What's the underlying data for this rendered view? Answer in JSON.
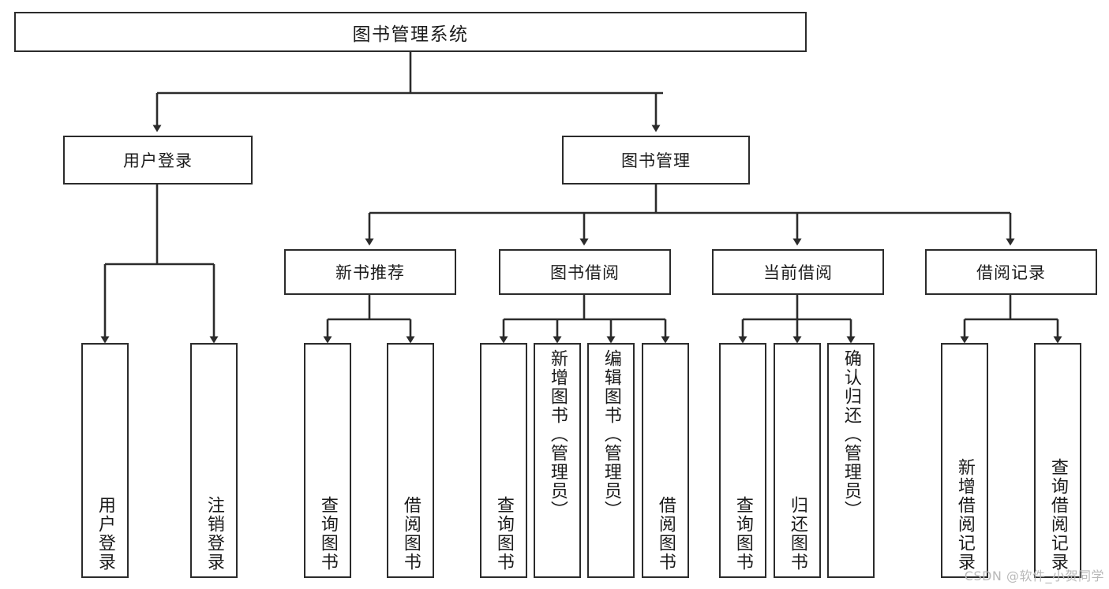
{
  "diagram": {
    "title_box": {
      "label": "图书管理系统"
    },
    "level2": [
      {
        "id": "user-login",
        "label": "用户登录"
      },
      {
        "id": "book-management",
        "label": "图书管理"
      }
    ],
    "level3": [
      {
        "id": "new-book-recommend",
        "label": "新书推荐"
      },
      {
        "id": "book-borrow",
        "label": "图书借阅"
      },
      {
        "id": "current-borrow",
        "label": "当前借阅"
      },
      {
        "id": "borrow-record",
        "label": "借阅记录"
      }
    ],
    "leaves": [
      {
        "id": "leaf-user-login",
        "label": "用户登录",
        "parent": "用户登录",
        "align": "bottom"
      },
      {
        "id": "leaf-user-logout",
        "label": "注销登录",
        "parent": "用户登录",
        "align": "bottom"
      },
      {
        "id": "leaf-query-book-1",
        "label": "查询图书",
        "parent": "新书推荐",
        "align": "bottom"
      },
      {
        "id": "leaf-borrow-book-1",
        "label": "借阅图书",
        "parent": "新书推荐",
        "align": "bottom"
      },
      {
        "id": "leaf-query-book-2",
        "label": "查询图书",
        "parent": "图书借阅",
        "align": "bottom"
      },
      {
        "id": "leaf-add-book",
        "label": "新增图书（管理员）",
        "parent": "图书借阅",
        "align": "top"
      },
      {
        "id": "leaf-edit-book",
        "label": "编辑图书（管理员）",
        "parent": "图书借阅",
        "align": "top"
      },
      {
        "id": "leaf-borrow-book-2",
        "label": "借阅图书",
        "parent": "图书借阅",
        "align": "bottom"
      },
      {
        "id": "leaf-query-book-3",
        "label": "查询图书",
        "parent": "当前借阅",
        "align": "bottom"
      },
      {
        "id": "leaf-return-book",
        "label": "归还图书",
        "parent": "当前借阅",
        "align": "bottom"
      },
      {
        "id": "leaf-confirm-return",
        "label": "确认归还（管理员）",
        "parent": "当前借阅",
        "align": "top"
      },
      {
        "id": "leaf-add-record",
        "label": "新增借阅记录",
        "parent": "借阅记录",
        "align": "bottom"
      },
      {
        "id": "leaf-query-record",
        "label": "查询借阅记录",
        "parent": "借阅记录",
        "align": "bottom"
      }
    ],
    "watermark": "CSDN @软件_小贺同学",
    "colors": {
      "stroke": "#2b2b2b",
      "fill": "#ffffff",
      "text": "#1b1b1b",
      "watermark": "#b9b9b9"
    }
  }
}
